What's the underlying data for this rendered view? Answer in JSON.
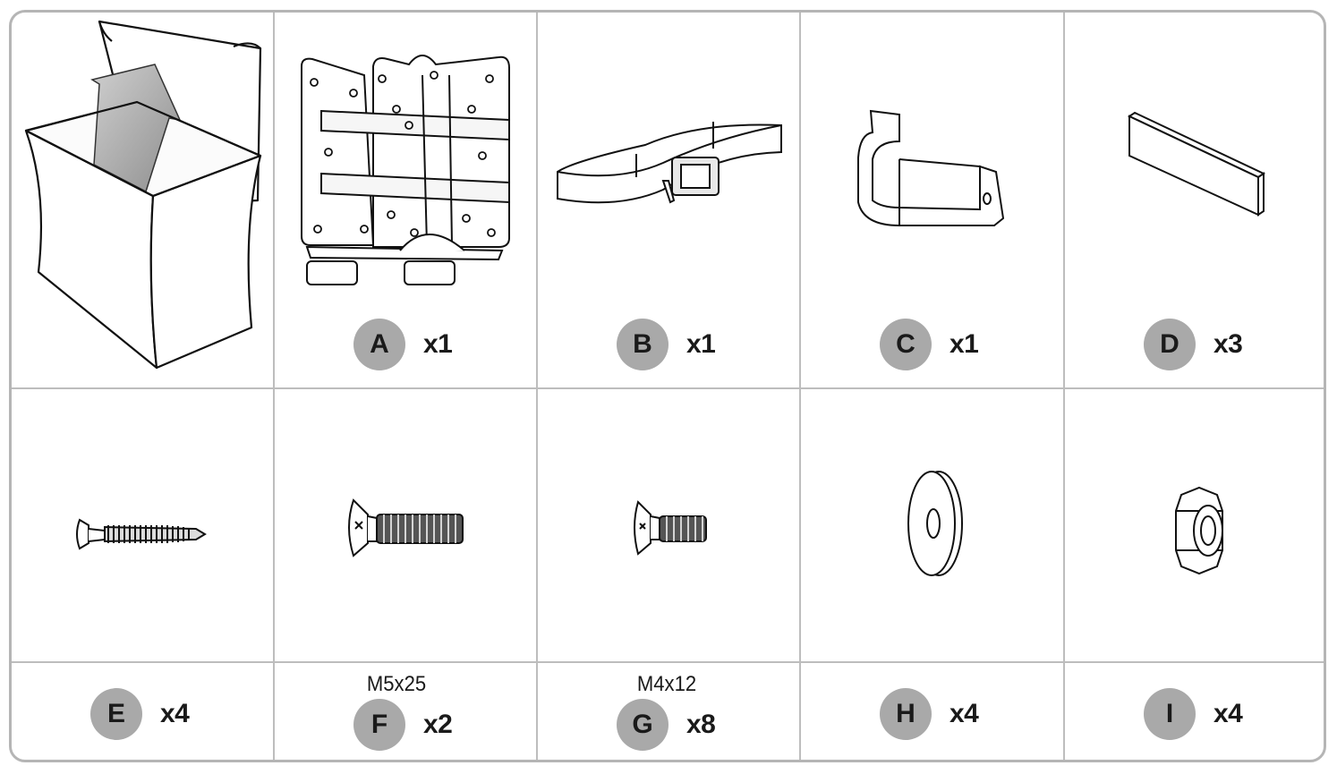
{
  "parts": [
    {
      "id": "A",
      "letter": "A",
      "qty": "x1",
      "icon": "vesa-mount-bracket-icon"
    },
    {
      "id": "B",
      "letter": "B",
      "qty": "x1",
      "icon": "strap-with-buckle-icon"
    },
    {
      "id": "C",
      "letter": "C",
      "qty": "x1",
      "icon": "u-clamp-icon"
    },
    {
      "id": "D",
      "letter": "D",
      "qty": "x3",
      "icon": "pad-strip-icon"
    },
    {
      "id": "E",
      "letter": "E",
      "qty": "x4",
      "icon": "wood-screw-icon"
    },
    {
      "id": "F",
      "letter": "F",
      "qty": "x2",
      "spec": "M5x25",
      "icon": "machine-screw-icon"
    },
    {
      "id": "G",
      "letter": "G",
      "qty": "x8",
      "spec": "M4x12",
      "icon": "short-machine-screw-icon"
    },
    {
      "id": "H",
      "letter": "H",
      "qty": "x4",
      "icon": "washer-icon"
    },
    {
      "id": "I",
      "letter": "I",
      "qty": "x4",
      "icon": "lock-nut-icon"
    }
  ],
  "colors": {
    "badge": "#a9a9a9",
    "border": "#b5b5b5",
    "ink": "#1a1a1a",
    "arrow": "#a0a0a0"
  }
}
